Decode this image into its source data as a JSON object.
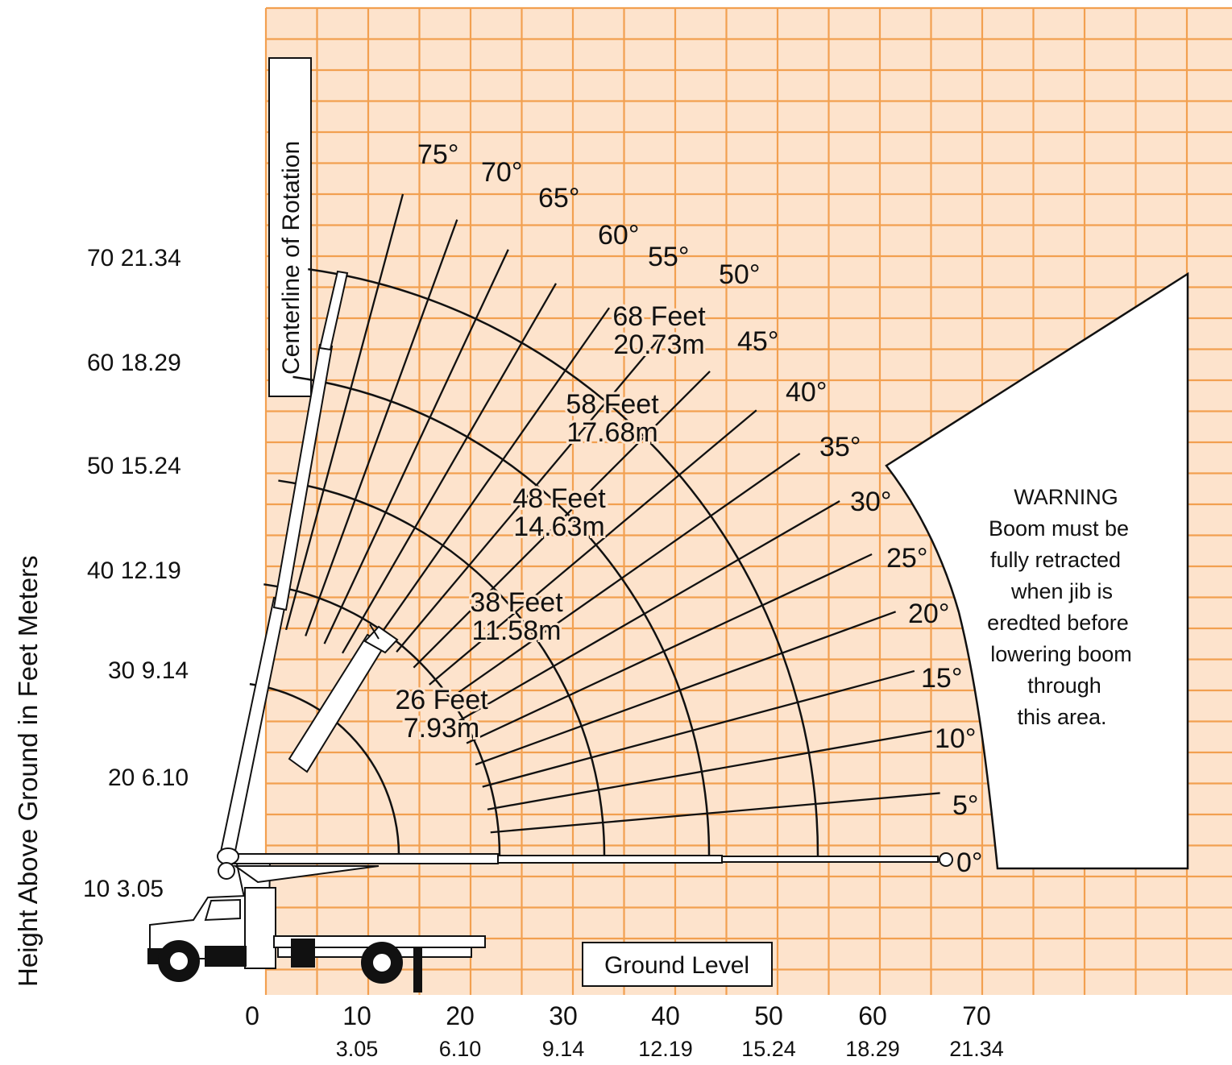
{
  "colors": {
    "background": "#fde3cc",
    "grid": "#f2a050",
    "line": "#111111",
    "panel": "#ffffff"
  },
  "y_axis": {
    "title": "Height Above Ground in Feet Meters",
    "ticks": [
      {
        "ft": 70,
        "label": "70 21.34"
      },
      {
        "ft": 60,
        "label": "60 18.29"
      },
      {
        "ft": 50,
        "label": "50 15.24"
      },
      {
        "ft": 40,
        "label": "40 12.19"
      },
      {
        "ft": 30,
        "label": "30 9.14"
      },
      {
        "ft": 20,
        "label": "20 6.10"
      },
      {
        "ft": 10,
        "label": "10 3.05"
      }
    ]
  },
  "x_axis": {
    "ticks": [
      {
        "ft": 0,
        "label": "0",
        "m": ""
      },
      {
        "ft": 10,
        "label": "10",
        "m": "3.05"
      },
      {
        "ft": 20,
        "label": "20",
        "m": "6.10"
      },
      {
        "ft": 30,
        "label": "30",
        "m": "9.14"
      },
      {
        "ft": 40,
        "label": "40",
        "m": "12.19"
      },
      {
        "ft": 50,
        "label": "50",
        "m": "15.24"
      },
      {
        "ft": 60,
        "label": "60",
        "m": "18.29"
      },
      {
        "ft": 70,
        "label": "70",
        "m": "21.34"
      }
    ]
  },
  "centerline_label": "Centerline of Rotation",
  "ground_label": "Ground Level",
  "angles": [
    "75°",
    "70°",
    "65°",
    "60°",
    "55°",
    "50°",
    "45°",
    "40°",
    "35°",
    "30°",
    "25°",
    "20°",
    "15°",
    "10°",
    "5°",
    "0°"
  ],
  "radii": [
    {
      "feet": "68 Feet",
      "meters": "20.73m"
    },
    {
      "feet": "58 Feet",
      "meters": "17.68m"
    },
    {
      "feet": "48 Feet",
      "meters": "14.63m"
    },
    {
      "feet": "38 Feet",
      "meters": "11.58m"
    },
    {
      "feet": "26 Feet",
      "meters": "7.93m"
    }
  ],
  "warning": [
    "WARNING",
    "Boom must be",
    "fully retracted",
    "when jib is",
    "eredted before",
    "lowering boom",
    "through",
    "this area."
  ]
}
